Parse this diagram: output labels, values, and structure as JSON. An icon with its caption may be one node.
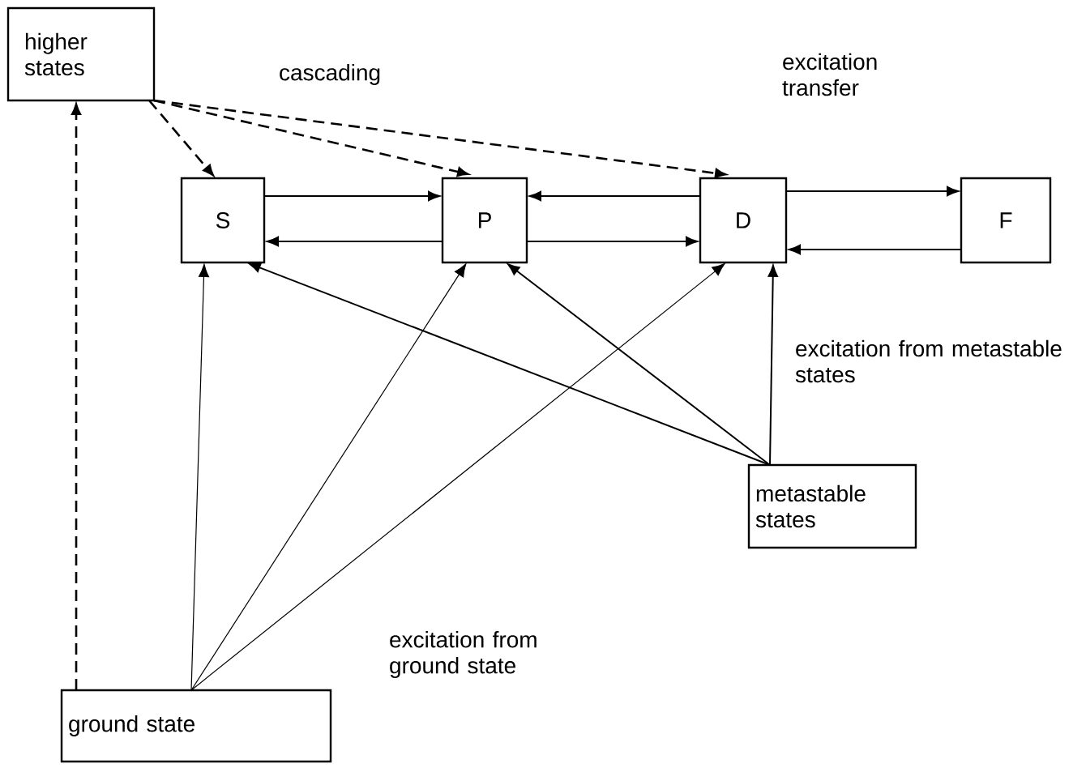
{
  "diagram": {
    "nodes": [
      {
        "text": [
          "higher states"
        ]
      },
      {
        "text": [
          "S"
        ]
      },
      {
        "text": [
          "P"
        ]
      },
      {
        "text": [
          "D"
        ]
      },
      {
        "text": [
          "F"
        ]
      },
      {
        "text": [
          "metastable states"
        ]
      },
      {
        "text": [
          "ground state"
        ]
      }
    ],
    "edges": [
      {
        "from": 0,
        "to": 1,
        "arrow": "to",
        "style": "dashed"
      },
      {
        "from": 0,
        "to": 2,
        "arrow": "to",
        "style": "dashed"
      },
      {
        "from": 0,
        "to": 3,
        "arrow": "to",
        "style": "dashed"
      },
      {
        "from": 6,
        "to": 0,
        "arrow": "to",
        "style": "dashed"
      },
      {
        "from": 1,
        "to": 2,
        "arrow": "to"
      },
      {
        "from": 2,
        "to": 1,
        "arrow": "to"
      },
      {
        "from": 3,
        "to": 2,
        "arrow": "to"
      },
      {
        "from": 2,
        "to": 3,
        "arrow": "to"
      },
      {
        "from": 3,
        "to": 4,
        "arrow": "to"
      },
      {
        "from": 4,
        "to": 3,
        "arrow": "to"
      },
      {
        "from": 5,
        "to": 1,
        "arrow": "to"
      },
      {
        "from": 5,
        "to": 2,
        "arrow": "to"
      },
      {
        "from": 5,
        "to": 3,
        "arrow": "to"
      },
      {
        "from": 6,
        "to": 1,
        "arrow": "to"
      },
      {
        "from": 6,
        "to": 2,
        "arrow": "to"
      },
      {
        "from": 6,
        "to": 3,
        "arrow": "to"
      }
    ],
    "labels": [
      "cascading",
      "excitation transfer",
      "excitation from metastable states",
      "excitation from ground state"
    ]
  }
}
